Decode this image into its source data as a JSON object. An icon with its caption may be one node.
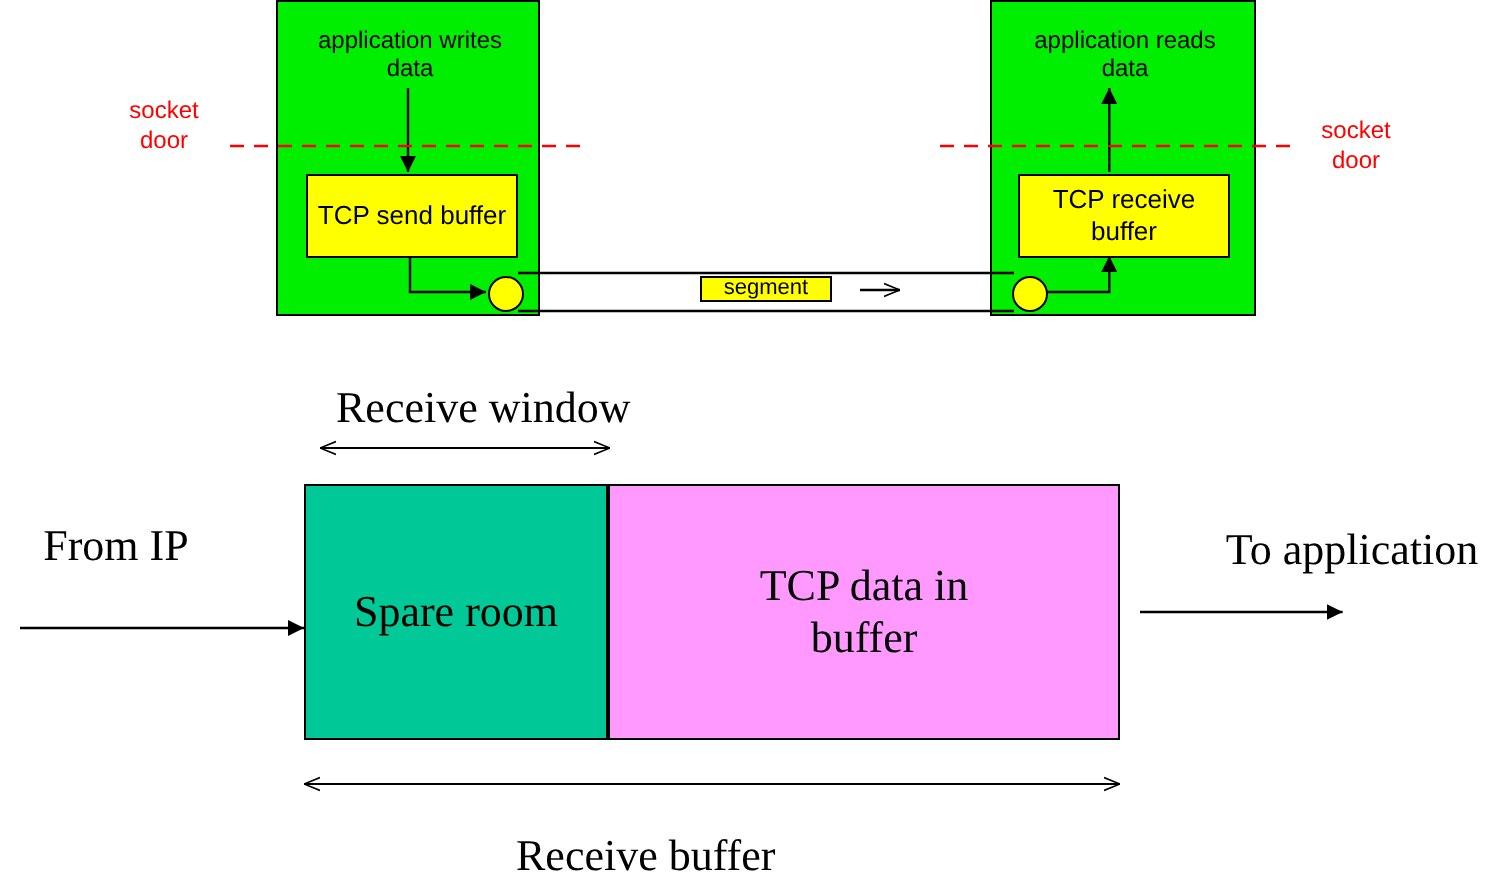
{
  "diagram": {
    "nodes": [
      {
        "text": [],
        "shape": "box"
      },
      {
        "text": [
          "application writes data"
        ],
        "in": 0
      },
      {
        "text": [
          "TCP send buffer"
        ],
        "in": 0
      },
      {
        "text": [],
        "shape": "circle",
        "in": 0
      },
      {
        "text": [],
        "shape": "box"
      },
      {
        "text": [
          "application reads data"
        ],
        "in": 4
      },
      {
        "text": [
          "TCP receive buffer"
        ],
        "in": 4
      },
      {
        "text": [],
        "shape": "circle",
        "in": 4
      },
      {
        "text": [
          "From IP"
        ]
      },
      {
        "text": [
          "Spare room"
        ]
      },
      {
        "text": [
          "TCP data in buffer"
        ]
      },
      {
        "text": [
          "To application"
        ]
      }
    ],
    "edges": [
      {
        "from": 1,
        "to": 2,
        "arrow": "to"
      },
      {
        "from": 2,
        "to": 3,
        "arrow": "to"
      },
      {
        "from": 3,
        "to": 7,
        "arrow": "none",
        "label": "segment"
      },
      {
        "from": 7,
        "to": 6,
        "arrow": "to"
      },
      {
        "from": 6,
        "to": 5,
        "arrow": "to"
      },
      {
        "from": 8,
        "to": 9,
        "arrow": "to"
      },
      {
        "from": 10,
        "to": 11,
        "arrow": "to"
      }
    ],
    "labels": [
      "socket door",
      "socket door",
      "Receive window",
      "Receive buffer"
    ]
  }
}
